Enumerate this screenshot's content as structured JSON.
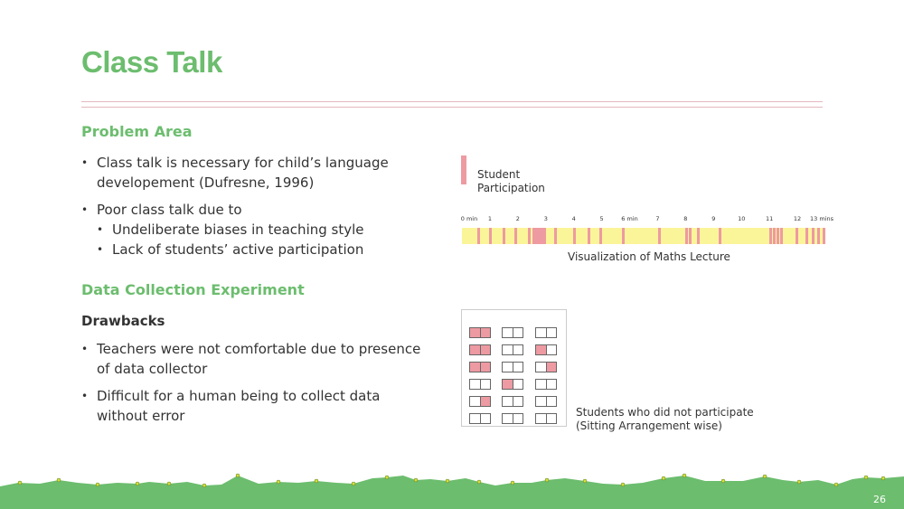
{
  "slide": {
    "title": "Class Talk",
    "page_number": "26"
  },
  "problem_area": {
    "heading": "Problem Area",
    "bullet1": "Class talk is necessary for child’s language developement (Dufresne, 1996)",
    "bullet2": "Poor class talk due to",
    "sub1": "Undeliberate biases in teaching style",
    "sub2": "Lack of students’ active participation"
  },
  "data_collection": {
    "heading": "Data Collection Experiment",
    "drawbacks_heading": "Drawbacks",
    "bullet1": "Teachers were not comfortable due to presence of data collector",
    "bullet2": "Difficult for a human being to collect data without error"
  },
  "timeline": {
    "legend_label": "Student Participation",
    "caption": "Visualization of Maths Lecture",
    "total_minutes": 13,
    "ticks": [
      {
        "label": "0 min",
        "minute": 0
      },
      {
        "label": "1",
        "minute": 1
      },
      {
        "label": "2",
        "minute": 2
      },
      {
        "label": "3",
        "minute": 3
      },
      {
        "label": "4",
        "minute": 4
      },
      {
        "label": "5",
        "minute": 5
      },
      {
        "label": "6 min",
        "minute": 6
      },
      {
        "label": "7",
        "minute": 7
      },
      {
        "label": "8",
        "minute": 8
      },
      {
        "label": "9",
        "minute": 9
      },
      {
        "label": "10",
        "minute": 10
      },
      {
        "label": "11",
        "minute": 11
      },
      {
        "label": "12",
        "minute": 12
      },
      {
        "label": "13 mins",
        "minute": 13
      }
    ],
    "participation_minutes": [
      0.55,
      0.98,
      1.45,
      1.88,
      2.35,
      2.52,
      2.62,
      2.72,
      2.82,
      2.92,
      3.3,
      3.98,
      4.48,
      4.92,
      5.72,
      7.02,
      7.98,
      8.12,
      8.42,
      9.18,
      10.98,
      11.12,
      11.25,
      11.38,
      11.92,
      12.28,
      12.52,
      12.72,
      12.9
    ],
    "colors": {
      "bar": "#fbf59a",
      "mark": "#ee9aa2"
    }
  },
  "seating": {
    "caption_line1": "Students who did not participate",
    "caption_line2": "(Sitting Arrangement wise)",
    "rows": [
      [
        [
          1,
          1
        ],
        [
          0,
          0
        ],
        [
          0,
          0
        ]
      ],
      [
        [
          1,
          1
        ],
        [
          0,
          0
        ],
        [
          1,
          0
        ]
      ],
      [
        [
          1,
          1
        ],
        [
          0,
          0
        ],
        [
          0,
          1
        ]
      ],
      [
        [
          0,
          0
        ],
        [
          1,
          0
        ],
        [
          0,
          0
        ]
      ],
      [
        [
          0,
          1
        ],
        [
          0,
          0
        ],
        [
          0,
          0
        ]
      ],
      [
        [
          0,
          0
        ],
        [
          0,
          0
        ],
        [
          0,
          0
        ]
      ]
    ]
  },
  "colors": {
    "accent": "#6cbd6e",
    "divider": "#e3b9bf",
    "ground": "#6cbd6e",
    "ground_dots": "#d4df3a"
  }
}
